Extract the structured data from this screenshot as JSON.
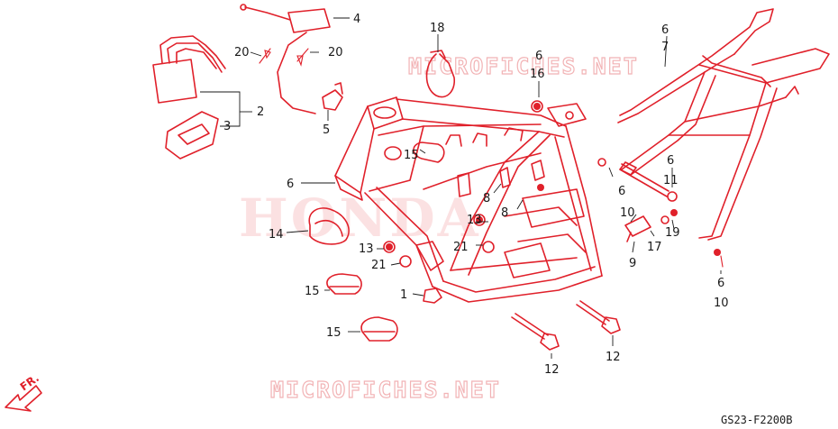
{
  "watermark": {
    "top": "MICROFICHES.NET",
    "bottom": "MICROFICHES.NET",
    "brand": "HONDA"
  },
  "diagram_code": "GS23-F2200B",
  "direction_label": "FR.",
  "callouts": [
    {
      "id": "c4",
      "label": "4"
    },
    {
      "id": "c20a",
      "label": "20"
    },
    {
      "id": "c20b",
      "label": "20"
    },
    {
      "id": "c18",
      "label": "18"
    },
    {
      "id": "c6a",
      "label": "6"
    },
    {
      "id": "c16",
      "label": "16"
    },
    {
      "id": "c6b",
      "label": "6"
    },
    {
      "id": "c7",
      "label": "7"
    },
    {
      "id": "c2",
      "label": "2"
    },
    {
      "id": "c3",
      "label": "3"
    },
    {
      "id": "c5",
      "label": "5"
    },
    {
      "id": "c6c",
      "label": "6"
    },
    {
      "id": "c15a",
      "label": "15"
    },
    {
      "id": "c6d",
      "label": "6"
    },
    {
      "id": "c11",
      "label": "11"
    },
    {
      "id": "c6e",
      "label": "6"
    },
    {
      "id": "c8a",
      "label": "8"
    },
    {
      "id": "c8b",
      "label": "8"
    },
    {
      "id": "c13a",
      "label": "13"
    },
    {
      "id": "c10a",
      "label": "10"
    },
    {
      "id": "c19",
      "label": "19"
    },
    {
      "id": "c14",
      "label": "14"
    },
    {
      "id": "c21a",
      "label": "21"
    },
    {
      "id": "c17",
      "label": "17"
    },
    {
      "id": "c13b",
      "label": "13"
    },
    {
      "id": "c9",
      "label": "9"
    },
    {
      "id": "c21b",
      "label": "21"
    },
    {
      "id": "c15b",
      "label": "15"
    },
    {
      "id": "c1",
      "label": "1"
    },
    {
      "id": "c6f",
      "label": "6"
    },
    {
      "id": "c10b",
      "label": "10"
    },
    {
      "id": "c15c",
      "label": "15"
    },
    {
      "id": "c12a",
      "label": "12"
    },
    {
      "id": "c12b",
      "label": "12"
    }
  ]
}
